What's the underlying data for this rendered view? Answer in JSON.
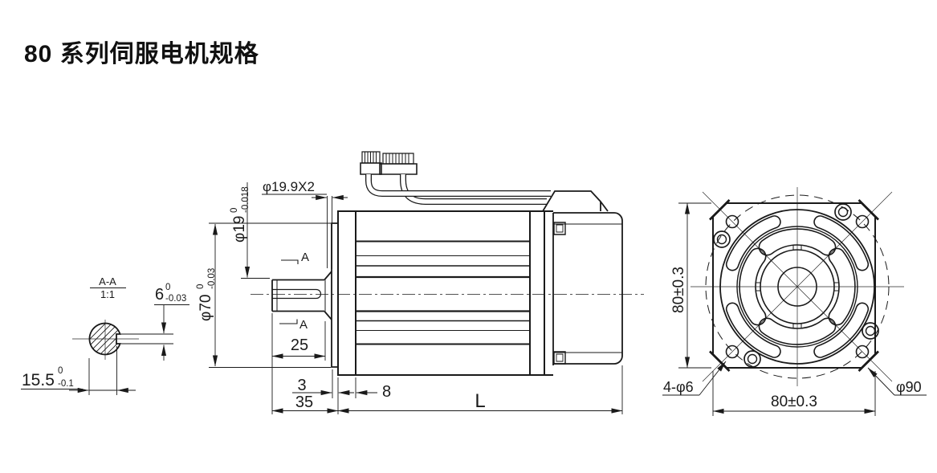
{
  "title": "80 系列伺服电机规格",
  "section_view": {
    "label": "A-A",
    "scale": "1:1",
    "width_dim": {
      "value": "15.5",
      "tol_upper": "0",
      "tol_lower": "-0.1"
    },
    "key_dim": {
      "value": "6",
      "tol_upper": "0",
      "tol_lower": "-0.03"
    }
  },
  "side_view": {
    "groove_dim": "φ19.9X2",
    "shaft_dia": {
      "value": "φ19",
      "tol_upper": "0",
      "tol_lower": "-0.018"
    },
    "spigot_dia": {
      "value": "φ70",
      "tol_upper": "0",
      "tol_lower": "-0.03"
    },
    "shaft_len": "25",
    "spigot_len": "3",
    "front_len": "35",
    "flange_thk": "8",
    "body_len": "L",
    "section_mark_top": "A",
    "section_mark_bottom": "A"
  },
  "front_view": {
    "height_dim": "80±0.3",
    "width_dim": "80±0.3",
    "holes_dim": "4-φ6",
    "pilot_dia": "φ90"
  },
  "colors": {
    "line": "#1a1a1a",
    "background": "#ffffff"
  }
}
